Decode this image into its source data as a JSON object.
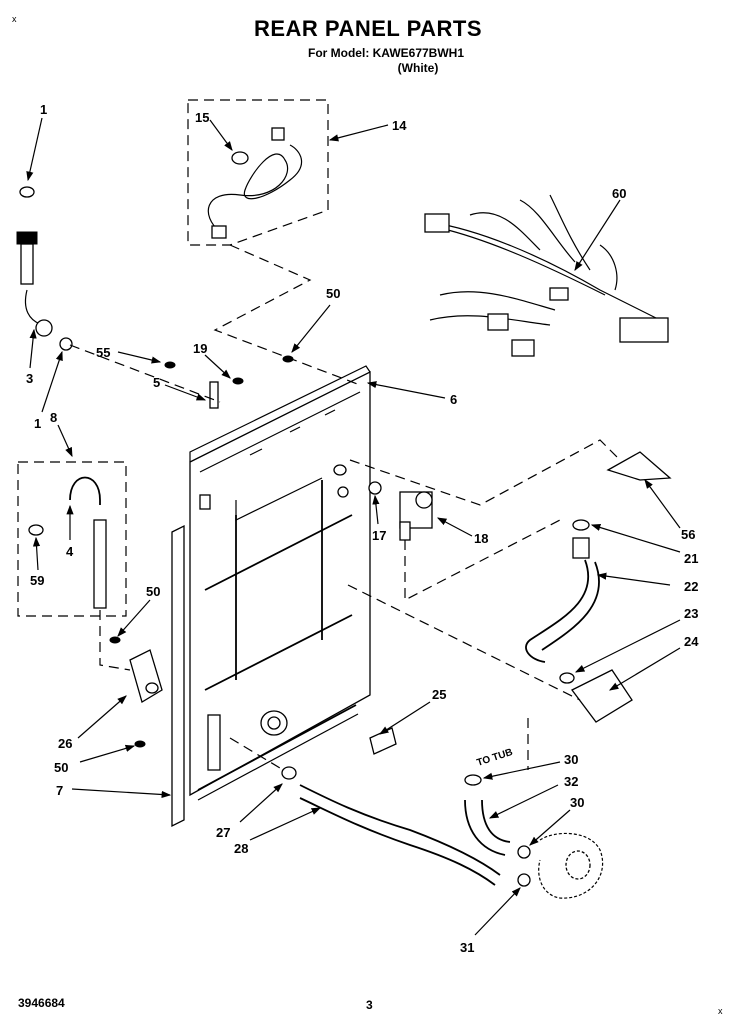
{
  "header": {
    "title": "REAR PANEL PARTS",
    "model_line": "For Model: KAWE677BWH1",
    "color_line": "(White)"
  },
  "footer": {
    "doc_number": "3946684",
    "page_number": "3"
  },
  "corner_marks": {
    "top_left": "x",
    "bottom_right": "x"
  },
  "annotations": {
    "to_tub": "TO TUB"
  },
  "callouts": [
    {
      "id": "c1a",
      "label": "1"
    },
    {
      "id": "c3",
      "label": "3"
    },
    {
      "id": "c1b",
      "label": "1"
    },
    {
      "id": "c8",
      "label": "8"
    },
    {
      "id": "c4",
      "label": "4"
    },
    {
      "id": "c59",
      "label": "59"
    },
    {
      "id": "c15",
      "label": "15"
    },
    {
      "id": "c14",
      "label": "14"
    },
    {
      "id": "c60",
      "label": "60"
    },
    {
      "id": "c50a",
      "label": "50"
    },
    {
      "id": "c55",
      "label": "55"
    },
    {
      "id": "c19",
      "label": "19"
    },
    {
      "id": "c5",
      "label": "5"
    },
    {
      "id": "c6",
      "label": "6"
    },
    {
      "id": "c56",
      "label": "56"
    },
    {
      "id": "c21",
      "label": "21"
    },
    {
      "id": "c22",
      "label": "22"
    },
    {
      "id": "c23",
      "label": "23"
    },
    {
      "id": "c24",
      "label": "24"
    },
    {
      "id": "c17",
      "label": "17"
    },
    {
      "id": "c18",
      "label": "18"
    },
    {
      "id": "c50b",
      "label": "50"
    },
    {
      "id": "c26",
      "label": "26"
    },
    {
      "id": "c50c",
      "label": "50"
    },
    {
      "id": "c7",
      "label": "7"
    },
    {
      "id": "c25",
      "label": "25"
    },
    {
      "id": "c27",
      "label": "27"
    },
    {
      "id": "c28",
      "label": "28"
    },
    {
      "id": "c30a",
      "label": "30"
    },
    {
      "id": "c32",
      "label": "32"
    },
    {
      "id": "c30b",
      "label": "30"
    },
    {
      "id": "c31",
      "label": "31"
    }
  ]
}
